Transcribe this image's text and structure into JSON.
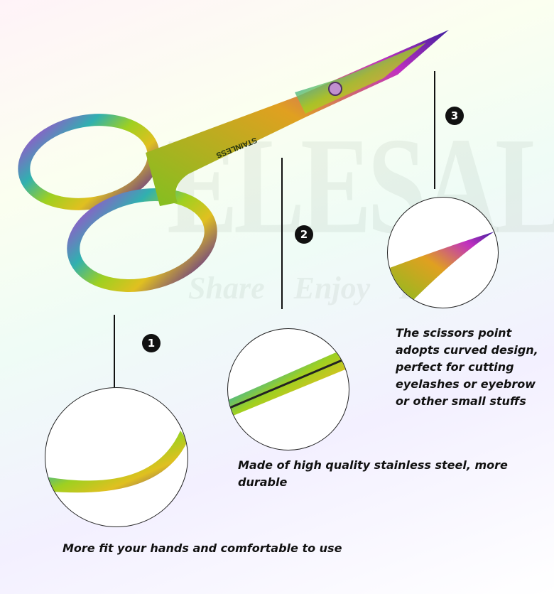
{
  "watermark": {
    "brand": "ELESALE",
    "tagline": "Share Enjoy Focus"
  },
  "engraving": "STAINLESS",
  "callouts": [
    {
      "number": "1",
      "text": "More fit your hands and comfortable to use"
    },
    {
      "number": "2",
      "text": "Made of high quality stainless steel, more durable"
    },
    {
      "number": "3",
      "text": "The scissors point adopts curved design, perfect for cutting eyelashes or eyebrow or other small stuffs"
    }
  ],
  "colors": {
    "badge": "#111111",
    "text": "#111111"
  }
}
